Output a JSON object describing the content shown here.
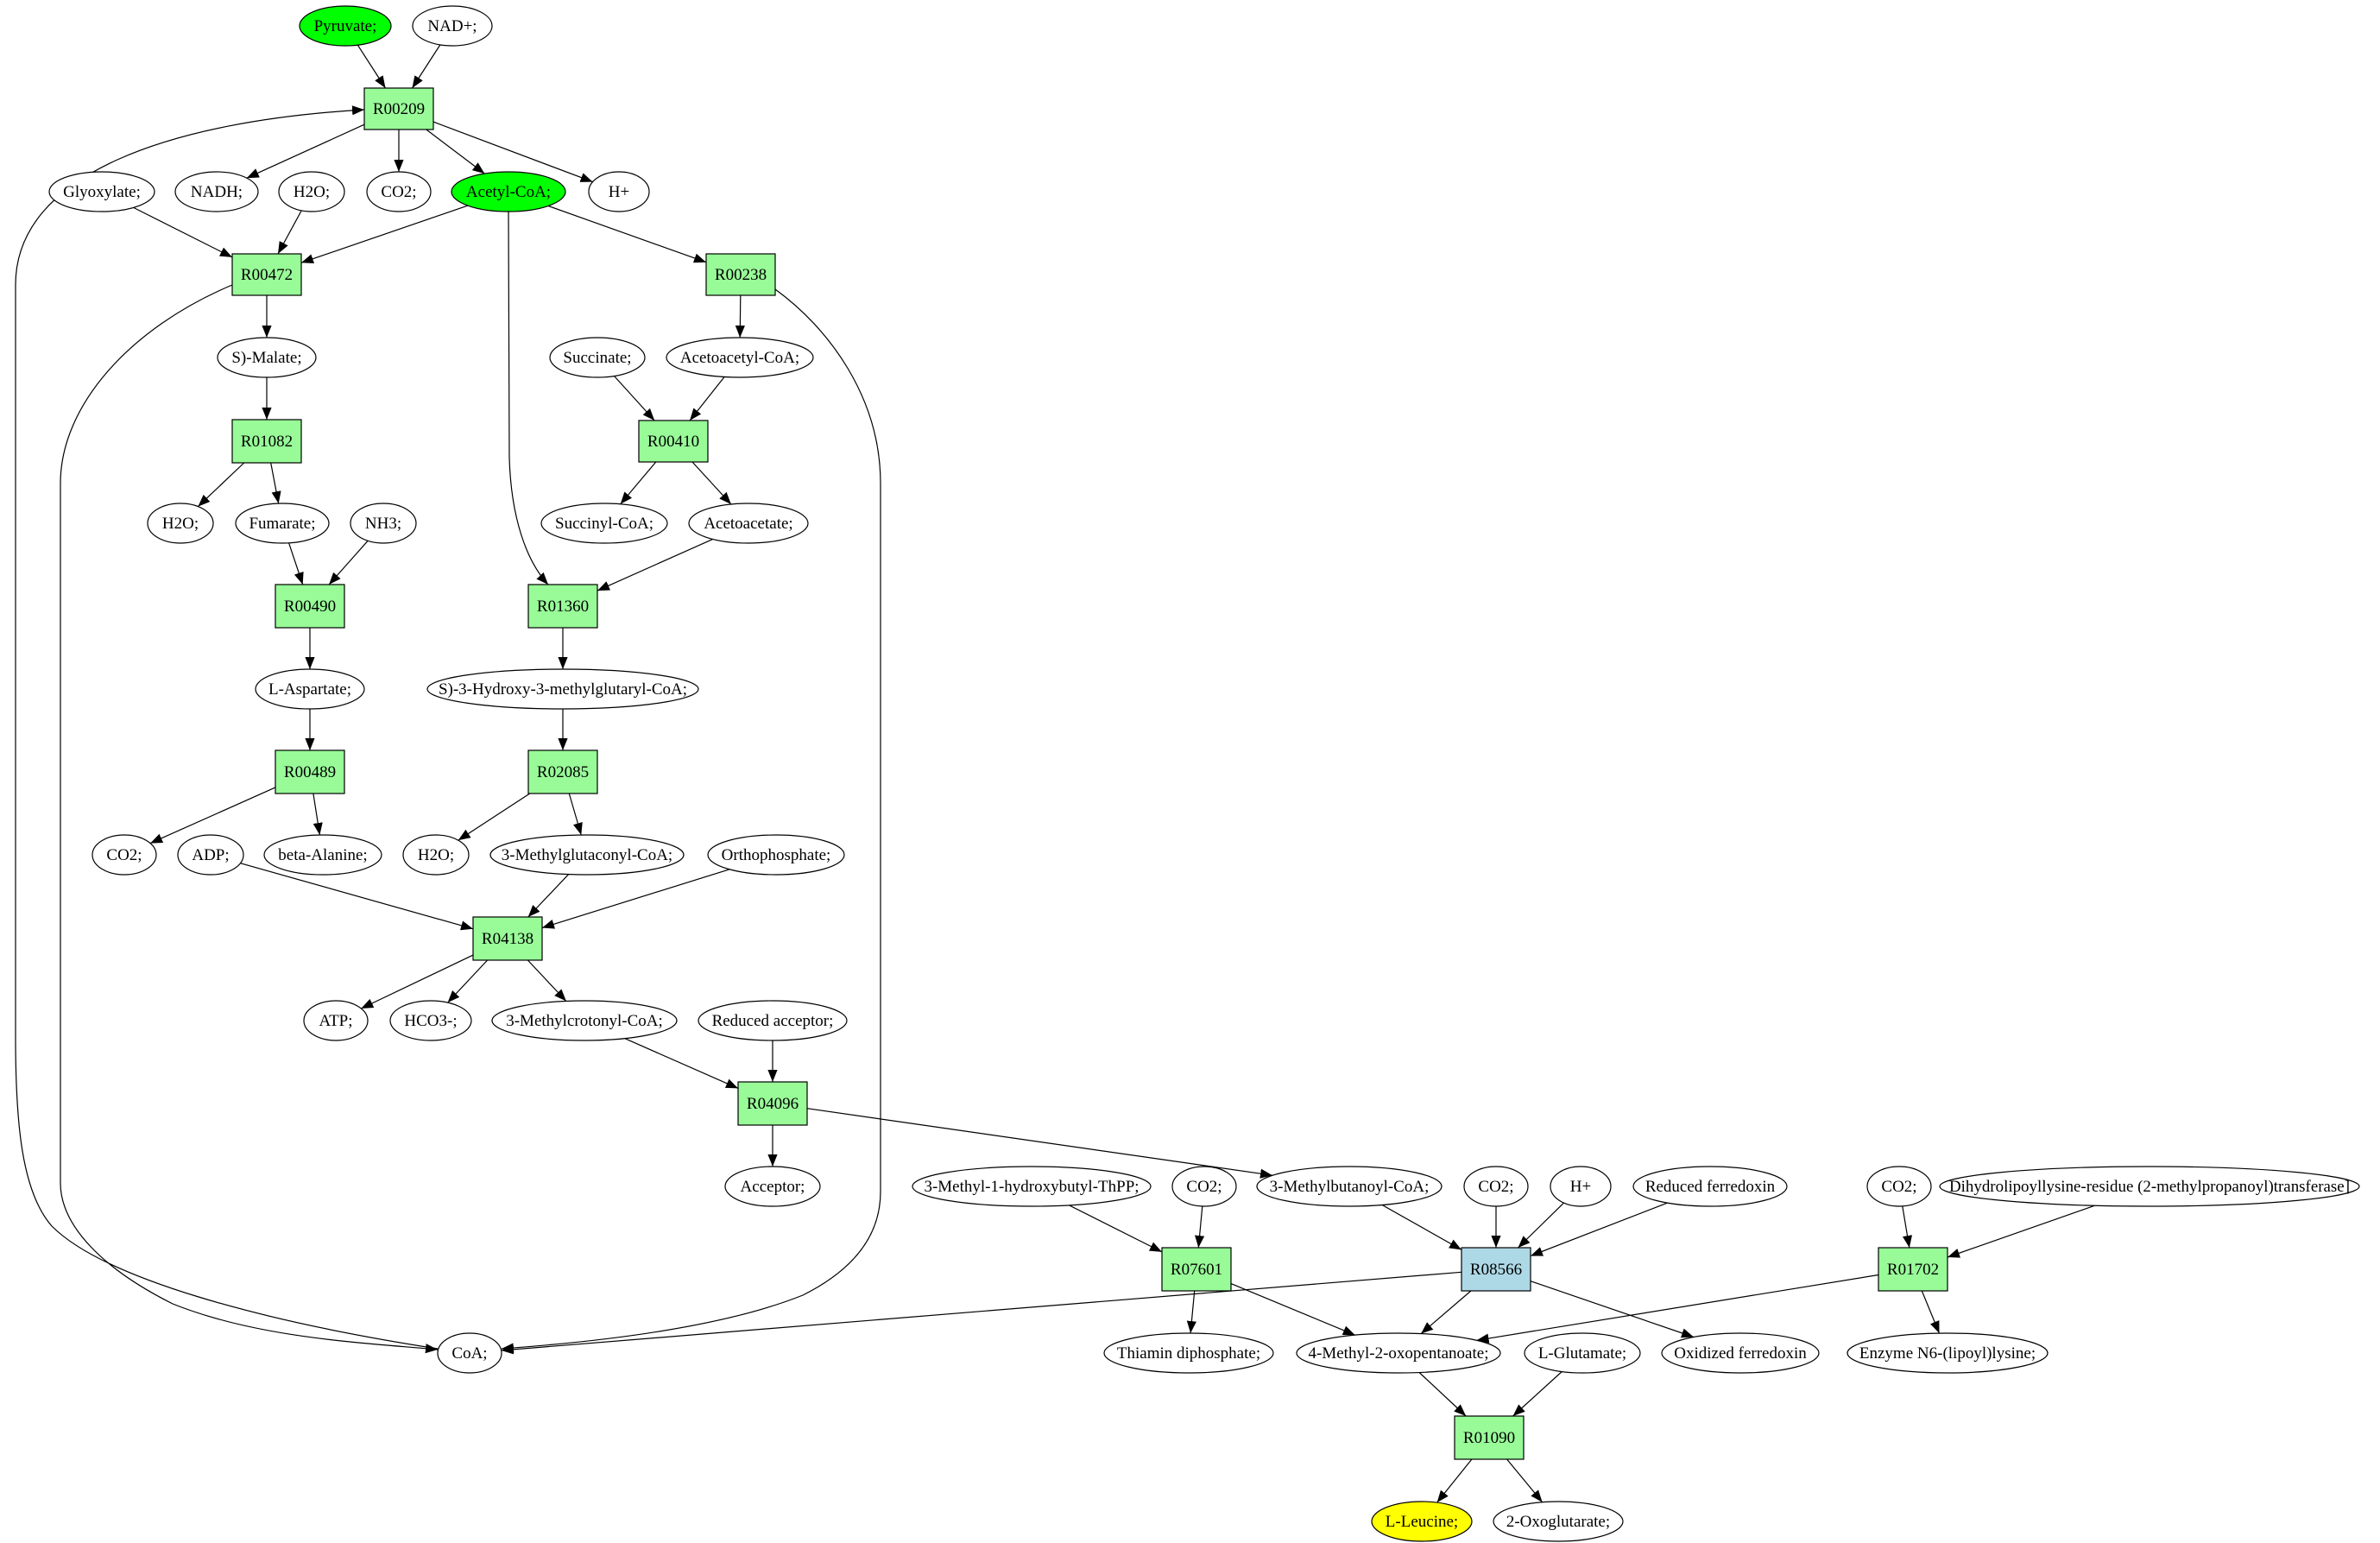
{
  "title": "L-Leucine biosynthesis pathway graph",
  "colors": {
    "reaction": "#98fb98",
    "reaction_highlight": "#add8e6",
    "source_compound": "#00ff00",
    "target_compound": "#ffff00",
    "compound": "#ffffff",
    "edge": "#000000"
  },
  "nodes": [
    {
      "id": "pyruvate",
      "label": "Pyruvate;",
      "kind": "compound",
      "fill": "source_compound"
    },
    {
      "id": "nad",
      "label": "NAD+;",
      "kind": "compound",
      "fill": "compound"
    },
    {
      "id": "R00209",
      "label": "R00209",
      "kind": "reaction",
      "fill": "reaction"
    },
    {
      "id": "glyoxylate",
      "label": "Glyoxylate;",
      "kind": "compound",
      "fill": "compound"
    },
    {
      "id": "nadh",
      "label": "NADH;",
      "kind": "compound",
      "fill": "compound"
    },
    {
      "id": "h2o_1",
      "label": "H2O;",
      "kind": "compound",
      "fill": "compound"
    },
    {
      "id": "co2_1",
      "label": "CO2;",
      "kind": "compound",
      "fill": "compound"
    },
    {
      "id": "acetylcoa",
      "label": "Acetyl-CoA;",
      "kind": "compound",
      "fill": "source_compound"
    },
    {
      "id": "hplus_1",
      "label": "H+",
      "kind": "compound",
      "fill": "compound"
    },
    {
      "id": "R00472",
      "label": "R00472",
      "kind": "reaction",
      "fill": "reaction"
    },
    {
      "id": "R00238",
      "label": "R00238",
      "kind": "reaction",
      "fill": "reaction"
    },
    {
      "id": "smalate",
      "label": "S)-Malate;",
      "kind": "compound",
      "fill": "compound"
    },
    {
      "id": "succinate",
      "label": "Succinate;",
      "kind": "compound",
      "fill": "compound"
    },
    {
      "id": "acetoacetylcoa",
      "label": "Acetoacetyl-CoA;",
      "kind": "compound",
      "fill": "compound"
    },
    {
      "id": "R01082",
      "label": "R01082",
      "kind": "reaction",
      "fill": "reaction"
    },
    {
      "id": "R00410",
      "label": "R00410",
      "kind": "reaction",
      "fill": "reaction"
    },
    {
      "id": "h2o_2",
      "label": "H2O;",
      "kind": "compound",
      "fill": "compound"
    },
    {
      "id": "fumarate",
      "label": "Fumarate;",
      "kind": "compound",
      "fill": "compound"
    },
    {
      "id": "nh3",
      "label": "NH3;",
      "kind": "compound",
      "fill": "compound"
    },
    {
      "id": "succinylcoa",
      "label": "Succinyl-CoA;",
      "kind": "compound",
      "fill": "compound"
    },
    {
      "id": "acetoacetate",
      "label": "Acetoacetate;",
      "kind": "compound",
      "fill": "compound"
    },
    {
      "id": "R00490",
      "label": "R00490",
      "kind": "reaction",
      "fill": "reaction"
    },
    {
      "id": "R01360",
      "label": "R01360",
      "kind": "reaction",
      "fill": "reaction"
    },
    {
      "id": "laspartate",
      "label": "L-Aspartate;",
      "kind": "compound",
      "fill": "compound"
    },
    {
      "id": "hmgcoa",
      "label": "S)-3-Hydroxy-3-methylglutaryl-CoA;",
      "kind": "compound",
      "fill": "compound"
    },
    {
      "id": "R00489",
      "label": "R00489",
      "kind": "reaction",
      "fill": "reaction"
    },
    {
      "id": "R02085",
      "label": "R02085",
      "kind": "reaction",
      "fill": "reaction"
    },
    {
      "id": "co2_2",
      "label": "CO2;",
      "kind": "compound",
      "fill": "compound"
    },
    {
      "id": "adp",
      "label": "ADP;",
      "kind": "compound",
      "fill": "compound"
    },
    {
      "id": "betaalanine",
      "label": "beta-Alanine;",
      "kind": "compound",
      "fill": "compound"
    },
    {
      "id": "h2o_3",
      "label": "H2O;",
      "kind": "compound",
      "fill": "compound"
    },
    {
      "id": "methylglutaconylcoa",
      "label": "3-Methylglutaconyl-CoA;",
      "kind": "compound",
      "fill": "compound"
    },
    {
      "id": "orthophosphate",
      "label": "Orthophosphate;",
      "kind": "compound",
      "fill": "compound"
    },
    {
      "id": "R04138",
      "label": "R04138",
      "kind": "reaction",
      "fill": "reaction"
    },
    {
      "id": "atp",
      "label": "ATP;",
      "kind": "compound",
      "fill": "compound"
    },
    {
      "id": "hco3",
      "label": "HCO3-;",
      "kind": "compound",
      "fill": "compound"
    },
    {
      "id": "methylcrotonylcoa",
      "label": "3-Methylcrotonyl-CoA;",
      "kind": "compound",
      "fill": "compound"
    },
    {
      "id": "reducedacceptor",
      "label": "Reduced acceptor;",
      "kind": "compound",
      "fill": "compound"
    },
    {
      "id": "R04096",
      "label": "R04096",
      "kind": "reaction",
      "fill": "reaction"
    },
    {
      "id": "acceptor",
      "label": "Acceptor;",
      "kind": "compound",
      "fill": "compound"
    },
    {
      "id": "mhbthpp",
      "label": "3-Methyl-1-hydroxybutyl-ThPP;",
      "kind": "compound",
      "fill": "compound"
    },
    {
      "id": "co2_3",
      "label": "CO2;",
      "kind": "compound",
      "fill": "compound"
    },
    {
      "id": "methylbutanoylcoa",
      "label": "3-Methylbutanoyl-CoA;",
      "kind": "compound",
      "fill": "compound"
    },
    {
      "id": "co2_4",
      "label": "CO2;",
      "kind": "compound",
      "fill": "compound"
    },
    {
      "id": "hplus_2",
      "label": "H+",
      "kind": "compound",
      "fill": "compound"
    },
    {
      "id": "redferredoxin",
      "label": "Reduced ferredoxin",
      "kind": "compound",
      "fill": "compound"
    },
    {
      "id": "co2_5",
      "label": "CO2;",
      "kind": "compound",
      "fill": "compound"
    },
    {
      "id": "dihydrolipoyl",
      "label": "Dihydrolipoyllysine-residue (2-methylpropanoyl)transferase]",
      "kind": "compound",
      "fill": "compound"
    },
    {
      "id": "R07601",
      "label": "R07601",
      "kind": "reaction",
      "fill": "reaction"
    },
    {
      "id": "R08566",
      "label": "R08566",
      "kind": "reaction",
      "fill": "reaction_highlight"
    },
    {
      "id": "R01702",
      "label": "R01702",
      "kind": "reaction",
      "fill": "reaction"
    },
    {
      "id": "coa",
      "label": "CoA;",
      "kind": "compound",
      "fill": "compound"
    },
    {
      "id": "thiamin",
      "label": "Thiamin diphosphate;",
      "kind": "compound",
      "fill": "compound"
    },
    {
      "id": "methyloxopentanoate",
      "label": "4-Methyl-2-oxopentanoate;",
      "kind": "compound",
      "fill": "compound"
    },
    {
      "id": "lglutamate",
      "label": "L-Glutamate;",
      "kind": "compound",
      "fill": "compound"
    },
    {
      "id": "oxferredoxin",
      "label": "Oxidized ferredoxin",
      "kind": "compound",
      "fill": "compound"
    },
    {
      "id": "enzymen6",
      "label": "Enzyme N6-(lipoyl)lysine;",
      "kind": "compound",
      "fill": "compound"
    },
    {
      "id": "R01090",
      "label": "R01090",
      "kind": "reaction",
      "fill": "reaction"
    },
    {
      "id": "lleucine",
      "label": "L-Leucine;",
      "kind": "compound",
      "fill": "target_compound"
    },
    {
      "id": "oxoglutarate",
      "label": "2-Oxoglutarate;",
      "kind": "compound",
      "fill": "compound"
    }
  ],
  "edges": [
    {
      "from": "pyruvate",
      "to": "R00209"
    },
    {
      "from": "nad",
      "to": "R00209"
    },
    {
      "from": "coa",
      "to": "R00209"
    },
    {
      "from": "R00209",
      "to": "nadh"
    },
    {
      "from": "R00209",
      "to": "co2_1"
    },
    {
      "from": "R00209",
      "to": "acetylcoa"
    },
    {
      "from": "R00209",
      "to": "hplus_1"
    },
    {
      "from": "glyoxylate",
      "to": "R00472"
    },
    {
      "from": "h2o_1",
      "to": "R00472"
    },
    {
      "from": "acetylcoa",
      "to": "R00472"
    },
    {
      "from": "acetylcoa",
      "to": "R00238"
    },
    {
      "from": "acetylcoa",
      "to": "R01360"
    },
    {
      "from": "R00472",
      "to": "smalate"
    },
    {
      "from": "R00472",
      "to": "coa"
    },
    {
      "from": "R00238",
      "to": "acetoacetylcoa"
    },
    {
      "from": "R00238",
      "to": "coa"
    },
    {
      "from": "smalate",
      "to": "R01082"
    },
    {
      "from": "succinate",
      "to": "R00410"
    },
    {
      "from": "acetoacetylcoa",
      "to": "R00410"
    },
    {
      "from": "R01082",
      "to": "h2o_2"
    },
    {
      "from": "R01082",
      "to": "fumarate"
    },
    {
      "from": "R00410",
      "to": "succinylcoa"
    },
    {
      "from": "R00410",
      "to": "acetoacetate"
    },
    {
      "from": "fumarate",
      "to": "R00490"
    },
    {
      "from": "nh3",
      "to": "R00490"
    },
    {
      "from": "acetoacetate",
      "to": "R01360"
    },
    {
      "from": "R00490",
      "to": "laspartate"
    },
    {
      "from": "R01360",
      "to": "hmgcoa"
    },
    {
      "from": "laspartate",
      "to": "R00489"
    },
    {
      "from": "hmgcoa",
      "to": "R02085"
    },
    {
      "from": "R00489",
      "to": "co2_2"
    },
    {
      "from": "R00489",
      "to": "betaalanine"
    },
    {
      "from": "R02085",
      "to": "h2o_3"
    },
    {
      "from": "R02085",
      "to": "methylglutaconylcoa"
    },
    {
      "from": "adp",
      "to": "R04138"
    },
    {
      "from": "methylglutaconylcoa",
      "to": "R04138"
    },
    {
      "from": "orthophosphate",
      "to": "R04138"
    },
    {
      "from": "R04138",
      "to": "atp"
    },
    {
      "from": "R04138",
      "to": "hco3"
    },
    {
      "from": "R04138",
      "to": "methylcrotonylcoa"
    },
    {
      "from": "methylcrotonylcoa",
      "to": "R04096"
    },
    {
      "from": "reducedacceptor",
      "to": "R04096"
    },
    {
      "from": "R04096",
      "to": "acceptor"
    },
    {
      "from": "R04096",
      "to": "methylbutanoylcoa"
    },
    {
      "from": "mhbthpp",
      "to": "R07601"
    },
    {
      "from": "co2_3",
      "to": "R07601"
    },
    {
      "from": "methylbutanoylcoa",
      "to": "R08566"
    },
    {
      "from": "co2_4",
      "to": "R08566"
    },
    {
      "from": "hplus_2",
      "to": "R08566"
    },
    {
      "from": "redferredoxin",
      "to": "R08566"
    },
    {
      "from": "co2_5",
      "to": "R01702"
    },
    {
      "from": "dihydrolipoyl",
      "to": "R01702"
    },
    {
      "from": "R07601",
      "to": "thiamin"
    },
    {
      "from": "R07601",
      "to": "methyloxopentanoate"
    },
    {
      "from": "R08566",
      "to": "coa"
    },
    {
      "from": "R08566",
      "to": "methyloxopentanoate"
    },
    {
      "from": "R08566",
      "to": "oxferredoxin"
    },
    {
      "from": "R01702",
      "to": "methyloxopentanoate"
    },
    {
      "from": "R01702",
      "to": "enzymen6"
    },
    {
      "from": "methyloxopentanoate",
      "to": "R01090"
    },
    {
      "from": "lglutamate",
      "to": "R01090"
    },
    {
      "from": "R01090",
      "to": "lleucine"
    },
    {
      "from": "R01090",
      "to": "oxoglutarate"
    }
  ]
}
